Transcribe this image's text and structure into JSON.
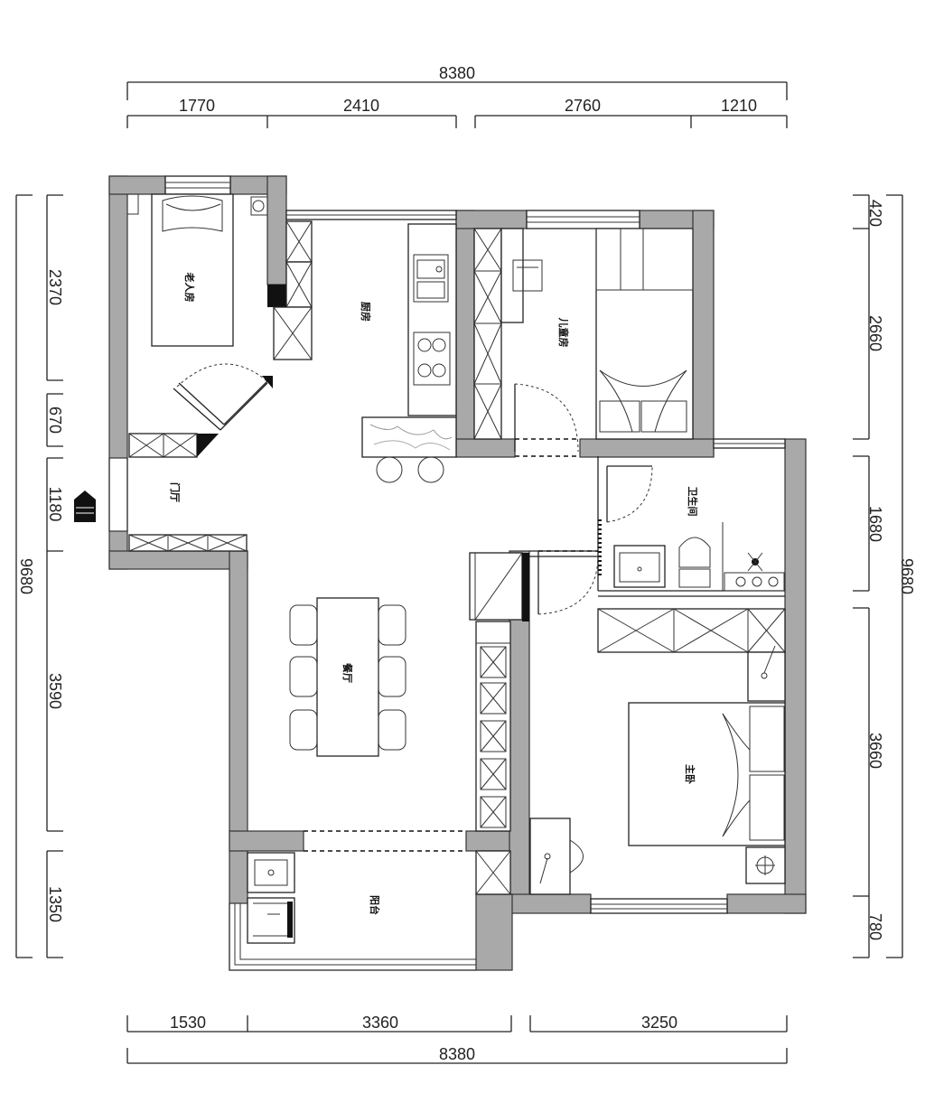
{
  "dimensions": {
    "top_total": "8380",
    "top_segments": [
      "1770",
      "2410",
      "2760",
      "1210"
    ],
    "bottom_total": "8380",
    "bottom_segments": [
      "1530",
      "3360",
      "3250"
    ],
    "left_total": "9680",
    "left_segments": [
      "2370",
      "670",
      "1180",
      "3590",
      "1350"
    ],
    "right_total": "9680",
    "right_segments": [
      "420",
      "2660",
      "1680",
      "3660",
      "780"
    ]
  },
  "rooms": {
    "second_bedroom": "老人房",
    "kitchen": "厨房",
    "kids_room": "儿童房",
    "entrance": "门厅",
    "bathroom": "卫生间",
    "dining": "餐厅",
    "master_bedroom": "主卧",
    "balcony": "阳台"
  },
  "colors": {
    "wall": "#a9a9a9",
    "line": "#222222"
  }
}
